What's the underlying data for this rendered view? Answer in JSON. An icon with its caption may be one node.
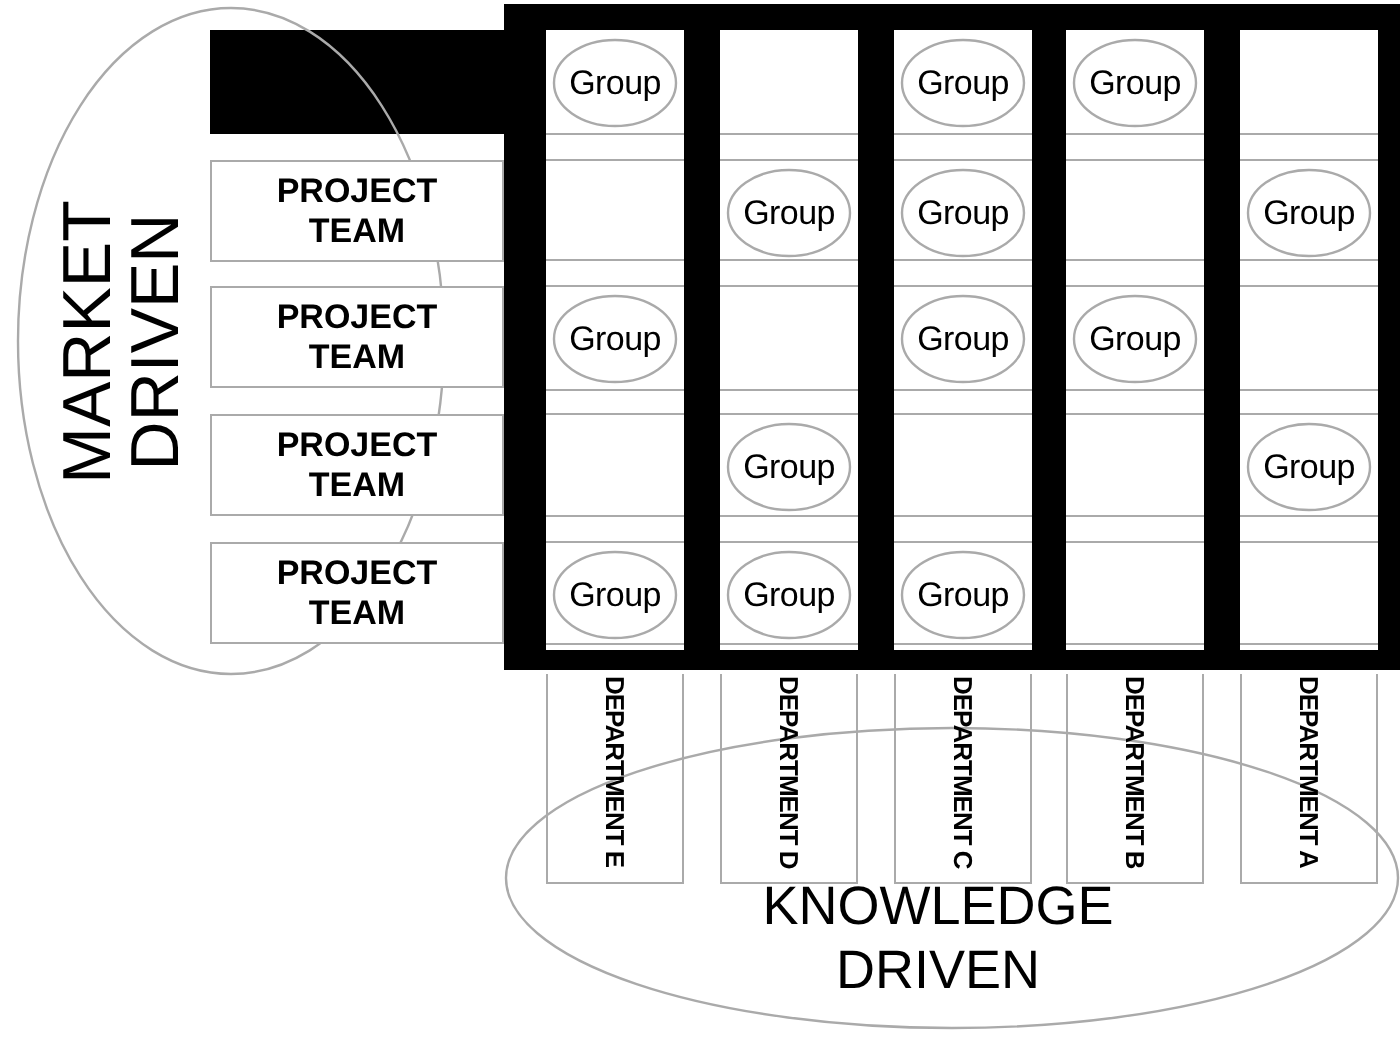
{
  "diagram": {
    "nodes": [
      {
        "text": [
          "MARKET DRIVEN"
        ]
      },
      {
        "text": [
          "Group"
        ]
      },
      {
        "text": [
          "Group"
        ]
      },
      {
        "text": [
          "Group"
        ]
      },
      {
        "text": [
          "PROJECT TEAM"
        ]
      },
      {
        "text": [
          "Group"
        ]
      },
      {
        "text": [
          "Group"
        ]
      },
      {
        "text": [
          "Group"
        ]
      },
      {
        "text": [
          "PROJECT TEAM"
        ]
      },
      {
        "text": [
          "Group"
        ]
      },
      {
        "text": [
          "Group"
        ]
      },
      {
        "text": [
          "Group"
        ]
      },
      {
        "text": [
          "PROJECT TEAM"
        ]
      },
      {
        "text": [
          "Group"
        ]
      },
      {
        "text": [
          "Group"
        ]
      },
      {
        "text": [
          "PROJECT TEAM"
        ]
      },
      {
        "text": [
          "Group"
        ]
      },
      {
        "text": [
          "Group"
        ]
      },
      {
        "text": [
          "Group"
        ]
      },
      {
        "text": [
          "DEPARTMENT E"
        ]
      },
      {
        "text": [
          "DEPARTMENT D"
        ]
      },
      {
        "text": [
          "DEPARTMENT C"
        ]
      },
      {
        "text": [
          "DEPARTMENT B"
        ]
      },
      {
        "text": [
          "DEPARTMENT A"
        ]
      },
      {
        "text": [
          "KNOWLEDGE DRIVEN"
        ]
      }
    ]
  }
}
